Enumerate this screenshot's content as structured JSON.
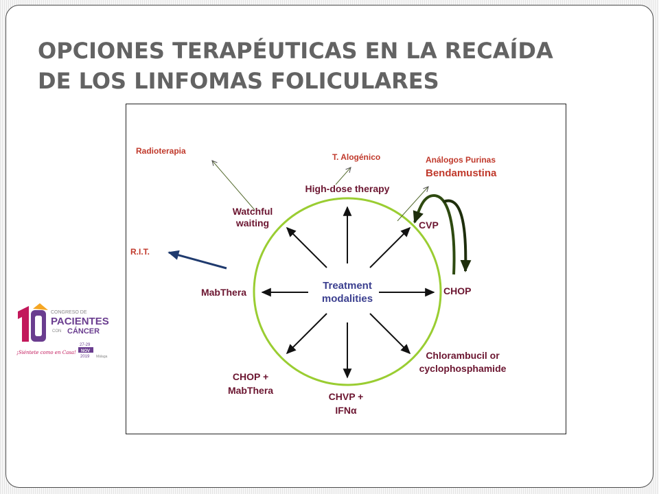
{
  "slide": {
    "title_line1": "OPCIONES TERAPÉUTICAS EN LA RECAÍDA",
    "title_line2": "DE LOS LINFOMAS FOLICULARES"
  },
  "diagram": {
    "center_line1": "Treatment",
    "center_line2": "modalities",
    "high_dose": "High-dose therapy",
    "watchful_line1": "Watchful",
    "watchful_line2": "waiting",
    "cvp": "CVP",
    "chop": "CHOP",
    "mabthera": "MabThera",
    "chlorambucil_line1": "Chlorambucil or",
    "chlorambucil_line2": "cyclophosphamide",
    "chvp_line1": "CHVP +",
    "chvp_line2": "IFN",
    "chvp_symbol": "α",
    "chop_mab_line1": "CHOP +",
    "chop_mab_line2": "MabThera"
  },
  "annotations": {
    "radioterapia": "Radioterapia",
    "t_alogenico": "T. Alogénico",
    "analogos": "Análogos Purinas",
    "bendamustina": "Bendamustina",
    "rit": "R.I.T."
  },
  "logo": {
    "number": "10",
    "congreso": "CONGRESO DE",
    "pacientes": "PACIENTES",
    "con": "CON",
    "cancer": "CÁNCER",
    "slogan": "¡Siéntete como en Casa!",
    "dates": "27-29",
    "month": "NOV",
    "year": "2019",
    "venue": "Málaga"
  },
  "colors": {
    "title": "#636363",
    "circle": "#9acd32",
    "label_dark": "#6b1530",
    "label_red": "#c0392b",
    "center": "#3b3f8f",
    "rit_arrow": "#1f3a6e",
    "curve_arrow": "#2e4a10",
    "logo_magenta": "#c2185b",
    "logo_orange": "#f5a623",
    "logo_purple": "#6a3d8f"
  }
}
